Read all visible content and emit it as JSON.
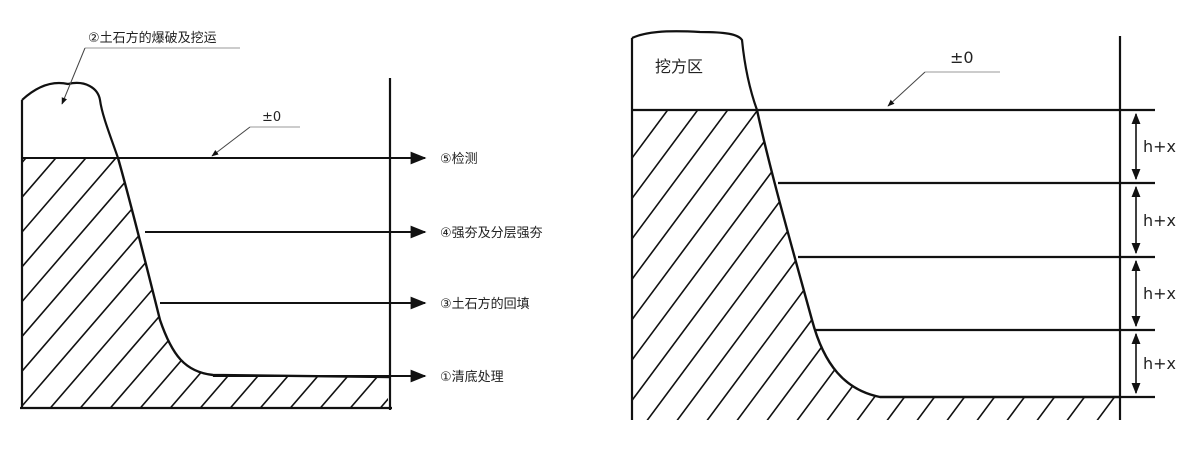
{
  "left_diagram": {
    "callout_top": "②土石方的爆破及挖运",
    "zero_level": "±0",
    "steps": [
      "⑤检测",
      "④强夯及分层强夯",
      "③土石方的回填",
      "①清底处理"
    ]
  },
  "right_diagram": {
    "region_label": "挖方区",
    "zero_level": "±0",
    "layer_labels": [
      "h+x",
      "h+x",
      "h+x",
      "h+x"
    ]
  }
}
